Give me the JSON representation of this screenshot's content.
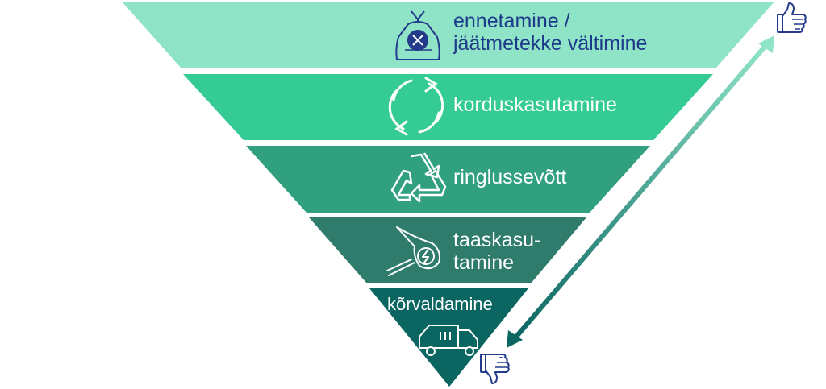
{
  "hierarchy": {
    "levels": [
      {
        "lines": [
          "ennetamine /",
          "jäätmetekke vältimine"
        ],
        "icon": "bag-icon",
        "color": "#8fe3c7"
      },
      {
        "lines": [
          "korduskasutamine"
        ],
        "icon": "reuse-arrows-icon",
        "color": "#34cc94"
      },
      {
        "lines": [
          "ringlussevõtt"
        ],
        "icon": "recycle-icon",
        "color": "#30a07f"
      },
      {
        "lines": [
          "taaskasu-",
          "tamine"
        ],
        "icon": "energy-plug-icon",
        "color": "#2f7c6c"
      },
      {
        "lines": [
          "kõrvaldamine"
        ],
        "icon": "truck-icon",
        "color": "#0b6662"
      }
    ],
    "top_indicator": "thumbs-up-icon",
    "bottom_indicator": "thumbs-down-icon",
    "arrow": "double-headed-arrow",
    "accent": "#243b8c"
  }
}
